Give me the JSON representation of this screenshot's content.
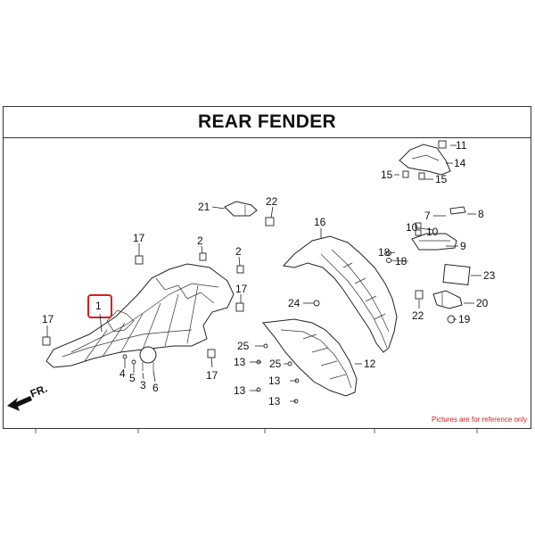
{
  "title": "REAR FENDER",
  "direction_label": "FR.",
  "note": "Pictures are for reference only",
  "highlight_color": "#d42020",
  "highlighted_part": "1",
  "callouts": [
    "1",
    "2",
    "2",
    "3",
    "4",
    "5",
    "6",
    "7",
    "8",
    "9",
    "10",
    "10",
    "11",
    "12",
    "13",
    "13",
    "13",
    "13",
    "14",
    "15",
    "15",
    "16",
    "17",
    "17",
    "17",
    "17",
    "18",
    "18",
    "19",
    "20",
    "21",
    "22",
    "22",
    "23",
    "24",
    "25",
    "25"
  ]
}
